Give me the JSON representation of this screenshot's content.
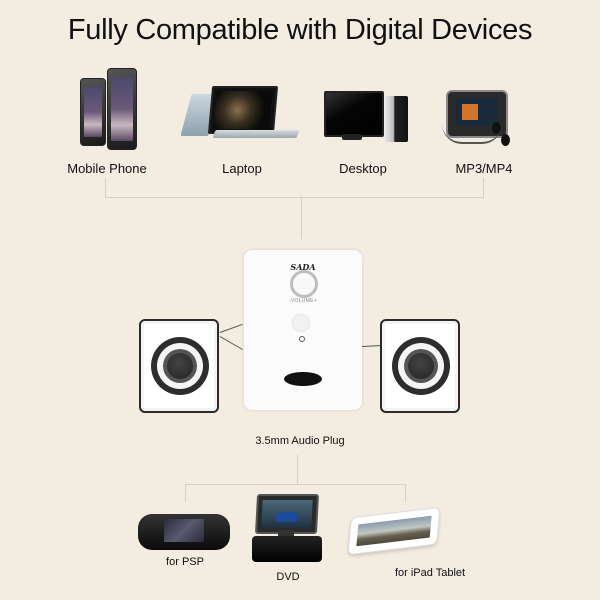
{
  "header": {
    "title": "Fully Compatible with Digital Devices"
  },
  "top_devices": [
    {
      "label": "Mobile Phone",
      "icon": "smartphone-icon"
    },
    {
      "label": "Laptop",
      "icon": "laptop-icon"
    },
    {
      "label": "Desktop",
      "icon": "desktop-computer-icon"
    },
    {
      "label": "MP3/MP4",
      "icon": "mp4-player-icon"
    }
  ],
  "speaker_system": {
    "brand": "SADA",
    "volume_label": "-VOLUME+",
    "connection_label": "3.5mm Audio Plug"
  },
  "bottom_devices": [
    {
      "label": "for PSP",
      "icon": "psp-console-icon"
    },
    {
      "label": "DVD",
      "icon": "portable-dvd-icon"
    },
    {
      "label": "for iPad Tablet",
      "icon": "tablet-icon"
    }
  ],
  "colors": {
    "background": "#f2ece1",
    "connector": "#d4d0c8",
    "text": "#111111"
  }
}
